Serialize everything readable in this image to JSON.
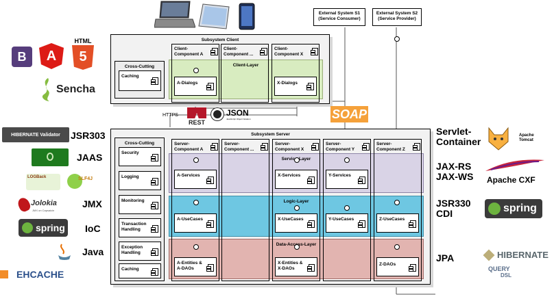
{
  "external": {
    "s1": [
      "External System S1",
      "(Service Consumer)"
    ],
    "s2": [
      "External System S2",
      "(Service Provider)"
    ]
  },
  "client": {
    "title": "Subsystem Client",
    "cross_cutting": "Cross-Cutting",
    "caching": "Caching",
    "components": [
      [
        "Client-",
        "Component A"
      ],
      [
        "Client-",
        "Component ..."
      ],
      [
        "Client-",
        "Component X"
      ]
    ],
    "layer": "Client-Layer",
    "dialogs_a": "A-Dialogs",
    "dialogs_x": "X-Dialogs"
  },
  "https": "HTTPS",
  "logos_mid": {
    "rest": "REST",
    "json": "JSON",
    "json_sub": "JavaScript Object Notation",
    "soap": "SOAP"
  },
  "server": {
    "title": "Subsystem Server",
    "cross_cutting": "Cross-Cutting",
    "components": [
      [
        "Server-",
        "Component A"
      ],
      [
        "Server-",
        "Component ..."
      ],
      [
        "Server-",
        "Component X"
      ],
      [
        "Server-",
        "Component Y"
      ],
      [
        "Server-",
        "Component Z"
      ]
    ],
    "service_layer": "Service-Layer",
    "logic_layer": "Logic-Layer",
    "data_layer": "Data-Access-Layer",
    "services": [
      "A-Services",
      "X-Services",
      "Y-Services"
    ],
    "usecases": [
      "A-UseCases",
      "X-UseCases",
      "Y-UseCases",
      "Z-UseCases"
    ],
    "entities_a": [
      "A-Entities &",
      "A-DAOs"
    ],
    "entities_x": [
      "X-Entities &",
      "X-DAOs"
    ],
    "z_daos": "Z-DAOs",
    "cc_items": [
      [
        "Security"
      ],
      [
        "Logging"
      ],
      [
        "Monitoring"
      ],
      [
        "Transaction",
        "Handling"
      ],
      [
        "Exception",
        "Handling"
      ],
      [
        "Caching"
      ]
    ]
  },
  "left_labels": {
    "jsr303": "JSR303",
    "jaas": "JAAS",
    "jmx": "JMX",
    "ioc": "IoC",
    "java": "Java"
  },
  "left_logos": {
    "bootstrap": "B",
    "angular": "A",
    "html5_top": "HTML",
    "html5_num": "5",
    "sencha": "Sencha",
    "hibernate_validator": "HIBERNATE Validator",
    "logback": "LOGBack",
    "slf4j": "SLF4J",
    "jolokia": "Jolokia",
    "jolokia_sub": "JMX on Capsaicin",
    "spring": "spring",
    "ehcache": "EHCACHE"
  },
  "right_labels": {
    "servlet": [
      "Servlet-",
      "Container"
    ],
    "jaxrs": [
      "JAX-RS",
      "JAX-WS"
    ],
    "jsr330": [
      "JSR330",
      "CDI"
    ],
    "jpa": "JPA"
  },
  "right_logos": {
    "tomcat": [
      "Apache",
      "Tomcat"
    ],
    "cxf": "Apache CXF",
    "spring": "spring",
    "hibernate": "HIBERNATE",
    "querydsl_top": "QUERY",
    "querydsl_bottom": "DSL"
  },
  "colors": {
    "client_layer": "#d8ecc0",
    "service_layer": "#d9d3e6",
    "logic_layer": "#6ec7e2",
    "data_layer": "#e2b4b0",
    "soap": "#f5a13a",
    "rest": "#b5172a",
    "spring": "#6db33f"
  }
}
